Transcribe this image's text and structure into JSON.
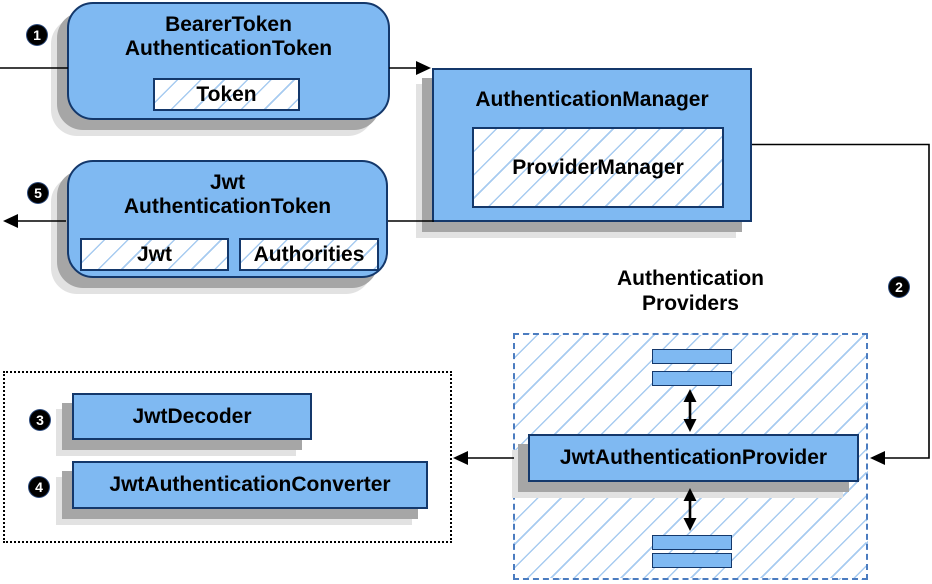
{
  "colors": {
    "node_fill": "#7fb9f2",
    "node_border": "#14386b",
    "hatch": "#a7cbf0",
    "dash_border": "#4b7cc0",
    "shadow_dark": "#a6a6a6",
    "shadow_light": "#e2e2e2",
    "arrow": "#000000",
    "badge_bg": "#000000",
    "badge_text": "#ffffff"
  },
  "nodes": {
    "bearer_token": {
      "title_line1": "BearerToken",
      "title_line2": "AuthenticationToken",
      "field_token": "Token"
    },
    "authentication_manager": {
      "title": "AuthenticationManager",
      "field_provider_manager": "ProviderManager"
    },
    "jwt_authentication_token": {
      "title_line1": "Jwt",
      "title_line2": "AuthenticationToken",
      "field_jwt": "Jwt",
      "field_authorities": "Authorities"
    },
    "authentication_providers": {
      "label_line1": "Authentication",
      "label_line2": "Providers",
      "provider": "JwtAuthenticationProvider"
    },
    "jwt_tools": {
      "decoder": "JwtDecoder",
      "converter": "JwtAuthenticationConverter"
    }
  },
  "badges": {
    "step1": "1",
    "step2": "2",
    "step3": "3",
    "step4": "4",
    "step5": "5"
  }
}
